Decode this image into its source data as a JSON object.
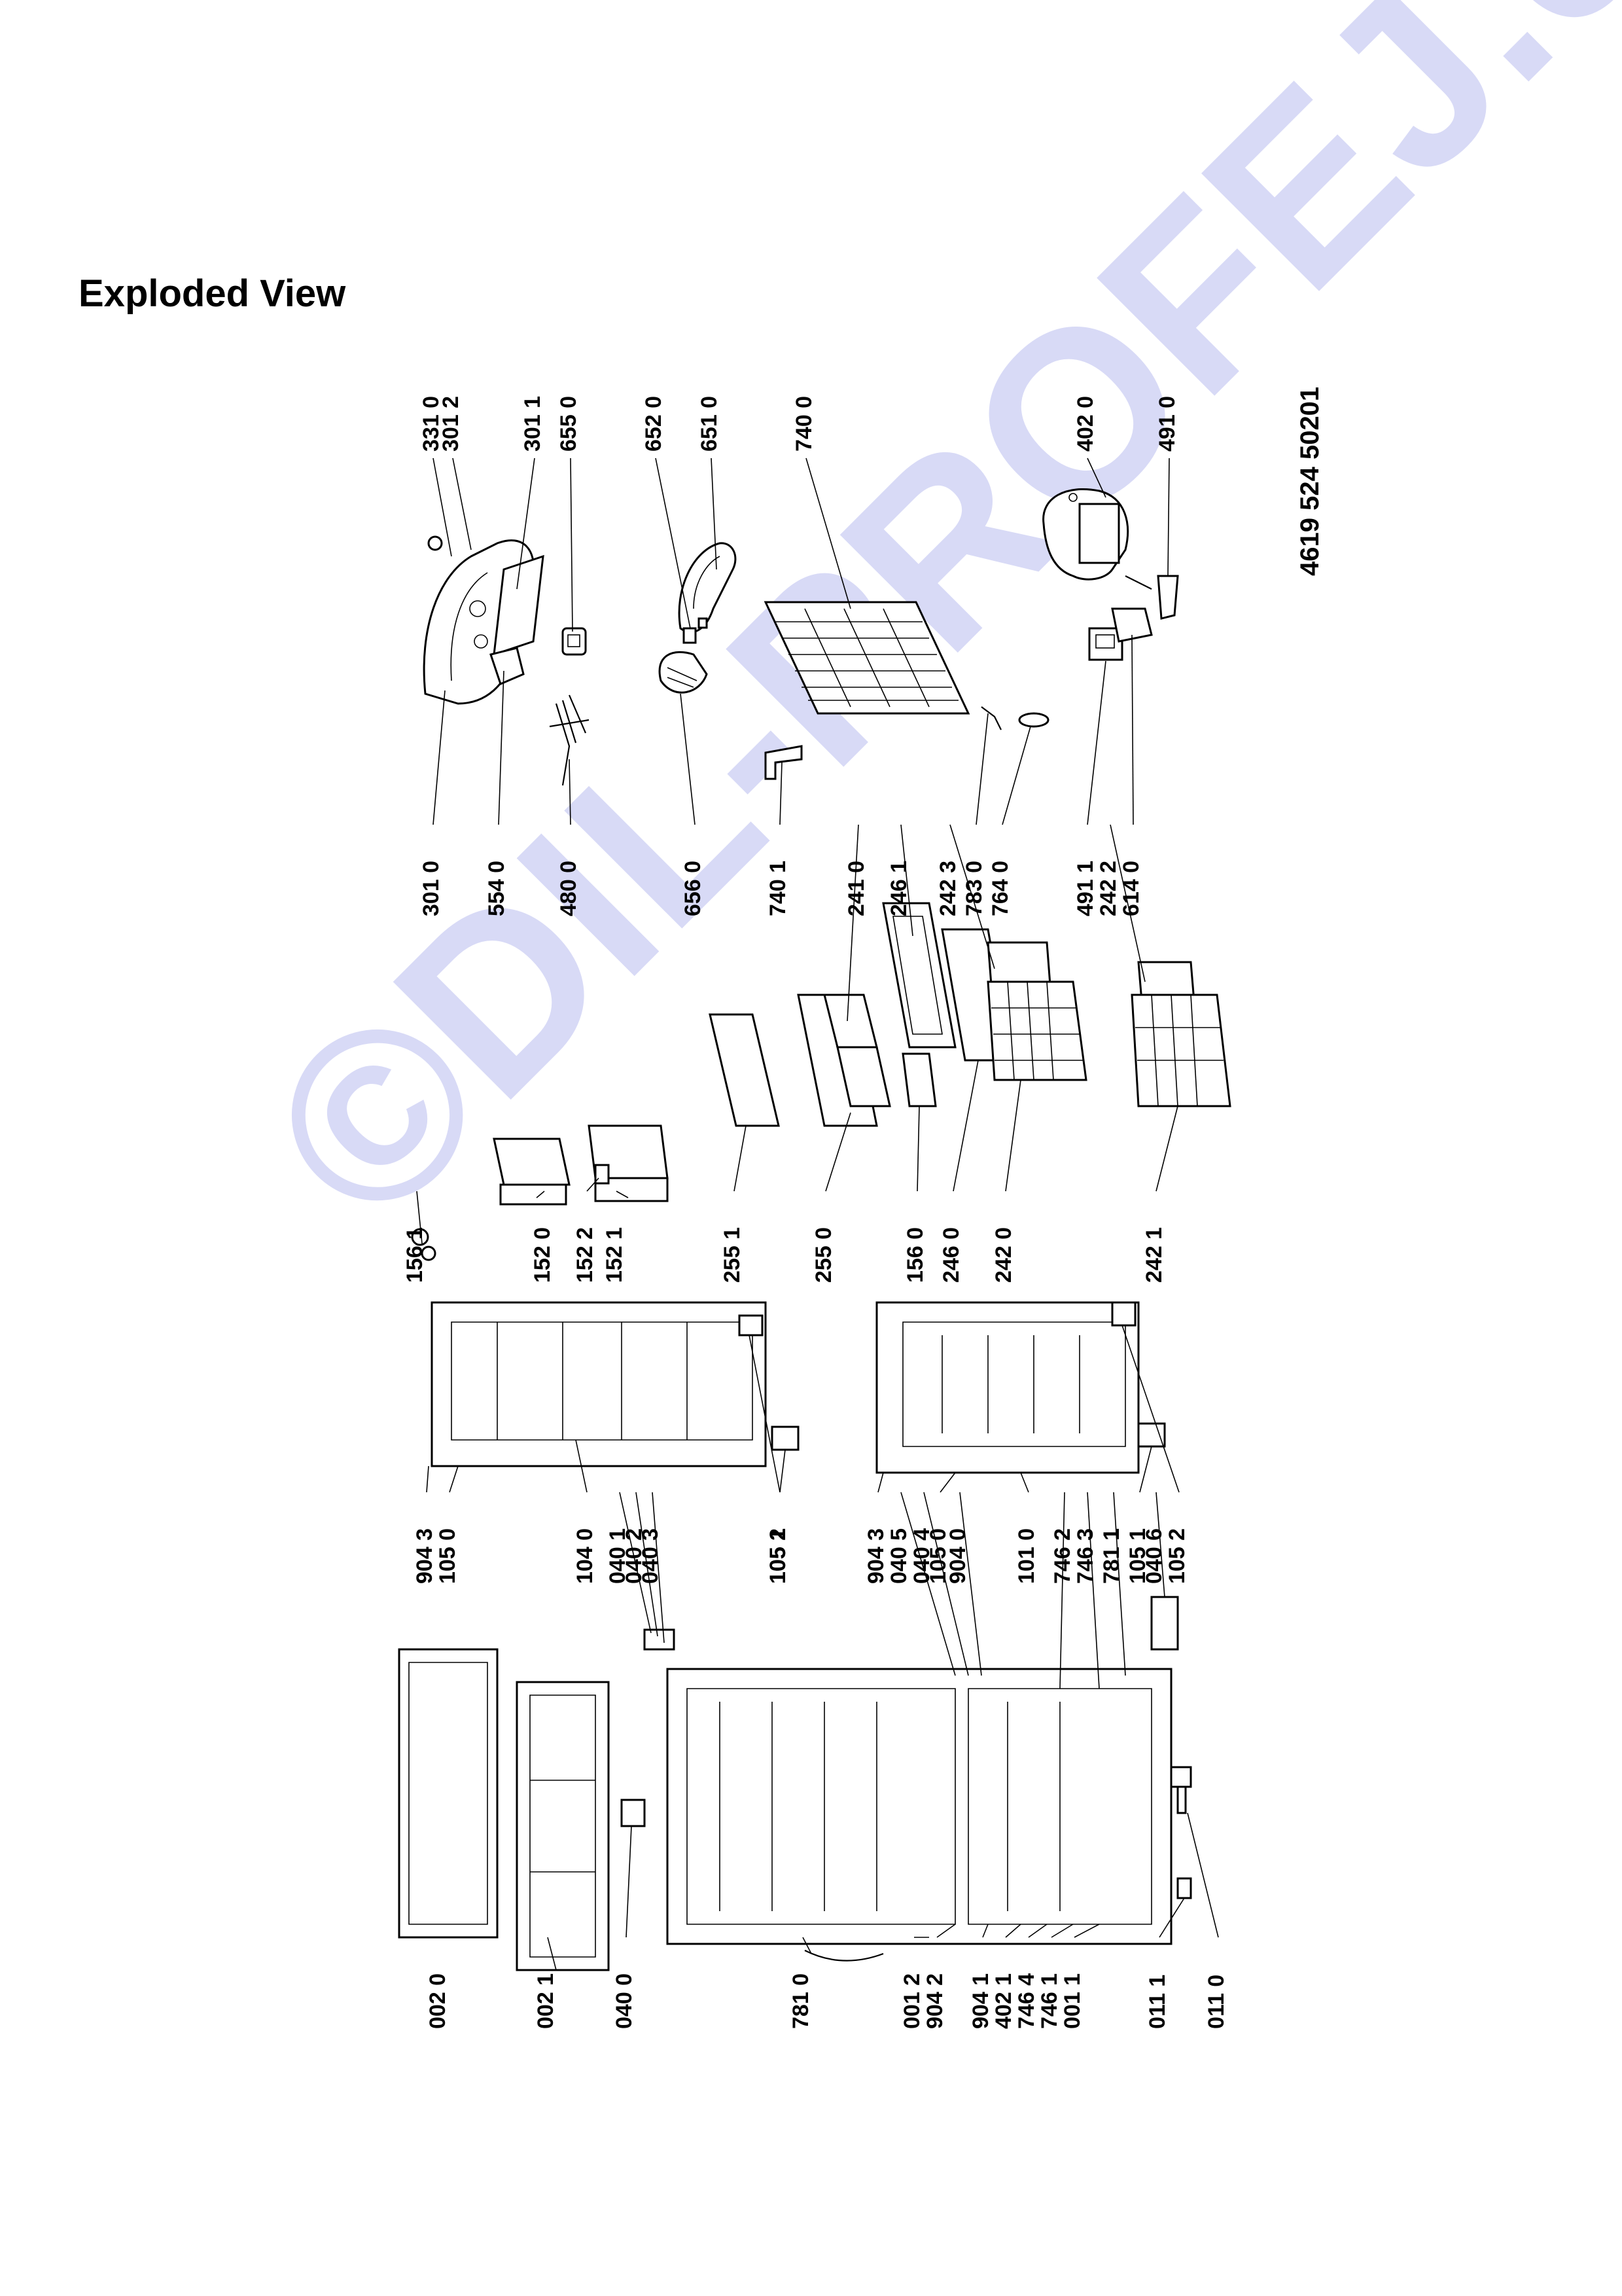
{
  "page": {
    "title": "Exploded View",
    "document_number": "4619 524 50201",
    "watermark": "©DIL-PROFEJ.cz"
  },
  "labels": [
    "331 0",
    "301 2",
    "301 1",
    "655 0",
    "652 0",
    "651 0",
    "740 0",
    "402 0",
    "491 0",
    "301 0",
    "554 0",
    "480 0",
    "656 0",
    "740 1",
    "241 0",
    "246 1",
    "242 3",
    "783 0",
    "764 0",
    "491 1",
    "242 2",
    "614 0",
    "156 1",
    "152 0",
    "152 2",
    "152 1",
    "255 1",
    "255 0",
    "156 0",
    "246 0",
    "242 0",
    "242 1",
    "904 3",
    "105 0",
    "104 0",
    "040 1",
    "040 2",
    "040 3",
    "105 1",
    "105 2",
    "904 3",
    "040 5",
    "040 4",
    "105 0",
    "904 0",
    "101 0",
    "746 2",
    "746 3",
    "781 1",
    "105 1",
    "040 6",
    "105 2",
    "002 0",
    "002 1",
    "040 0",
    "781 0",
    "001 2",
    "904 2",
    "904 1",
    "402 1",
    "746 4",
    "746 1",
    "001 1",
    "011 1",
    "011 0"
  ]
}
